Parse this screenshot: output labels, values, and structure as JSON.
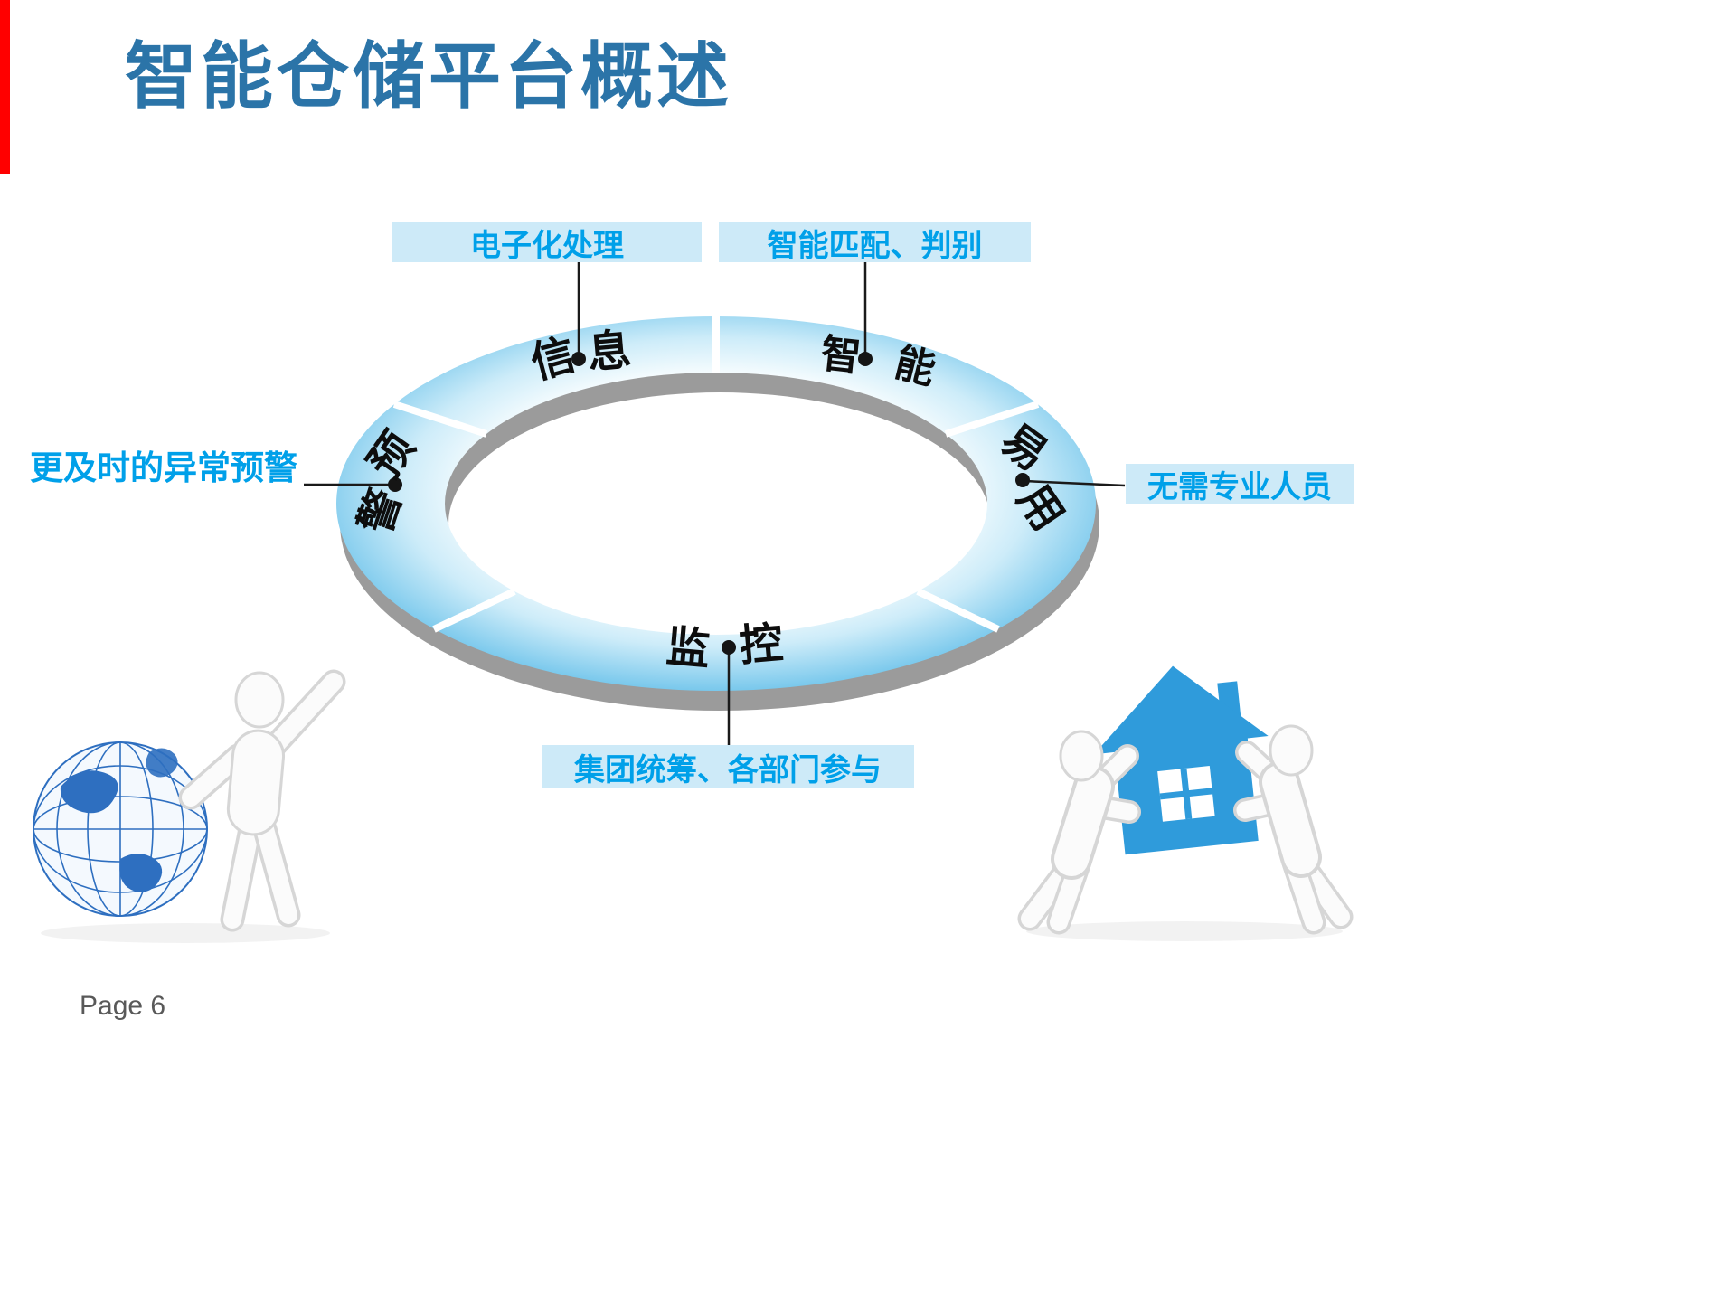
{
  "slide": {
    "title": "智能仓储平台概述",
    "page_label": "Page 6"
  },
  "diagram": {
    "segments": [
      {
        "id": "information",
        "label": "信息",
        "chars": [
          "信",
          "息"
        ],
        "callout": "电子化处理"
      },
      {
        "id": "intelligence",
        "label": "智能",
        "chars": [
          "智",
          "能"
        ],
        "callout": "智能匹配、判别"
      },
      {
        "id": "ease-of-use",
        "label": "易用",
        "chars": [
          "易",
          "用"
        ],
        "callout": "无需专业人员"
      },
      {
        "id": "monitoring",
        "label": "监控",
        "chars": [
          "监",
          "控"
        ],
        "callout": "集团统筹、各部门参与"
      },
      {
        "id": "early-warning",
        "label": "预警",
        "chars": [
          "预",
          "警"
        ],
        "callout": "更及时的异常预警"
      }
    ]
  },
  "colors": {
    "title_blue": "#2b74a8",
    "accent_red": "#ff0000",
    "callout_text": "#00a0e9",
    "callout_bg": "#cdeaf8",
    "ring_outer_blue": "#79c8ec",
    "ring_inner_blue": "#f4fbfe",
    "ring_shadow_gray": "#9b9b9b",
    "ring_label_black": "#0d0d0d",
    "clipart_blue": "#2f9bdb"
  },
  "illustrations": {
    "left_name": "figure-with-globe-illustration",
    "right_name": "figures-carrying-house-illustration"
  }
}
